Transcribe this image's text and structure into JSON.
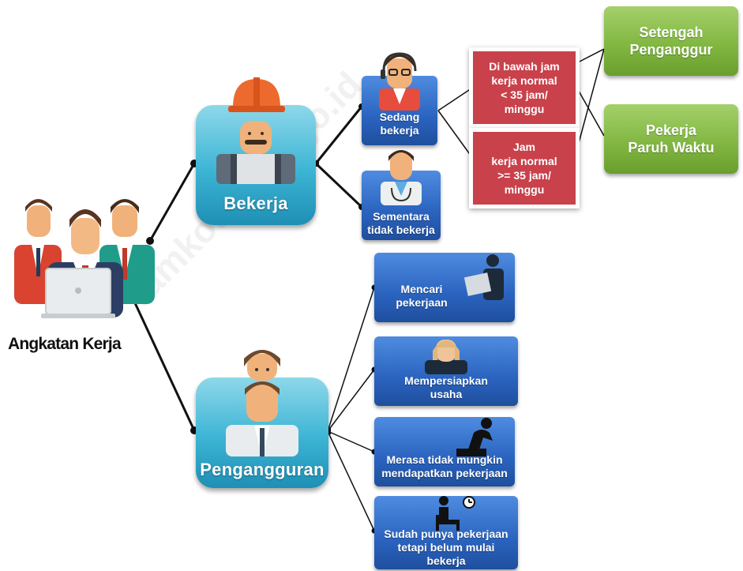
{
  "root": {
    "label": "Angkatan Kerja"
  },
  "categories": {
    "bekerja": "Bekerja",
    "pengangguran": "Pengangguran"
  },
  "working": {
    "sedang": "Sedang\nbekerja",
    "sementara": "Sementara\ntidak bekerja"
  },
  "conditions": {
    "below": "Di bawah jam\nkerja normal\n< 35 jam/\nminggu",
    "above": "Jam\nkerja normal\n>= 35 jam/\nminggu"
  },
  "outcomes": {
    "setengah": "Setengah\nPenganggur",
    "paruh": "Pekerja\nParuh Waktu"
  },
  "unemployed": {
    "mencari": "Mencari\npekerjaan",
    "mempersiapkan": "Mempersiapkan\nusaha",
    "merasa": "Merasa tidak mungkin\nmendapatkan pekerjaan",
    "sudah": "Sudah punya pekerjaan\ntetapi belum mulai\nbekerja"
  },
  "watermark": "ramkota.bps.go.id",
  "colors": {
    "teal": "#3cb4d4",
    "blue": "#2a63bf",
    "red": "#c9414b",
    "green": "#7fb53f",
    "line": "#111111"
  }
}
